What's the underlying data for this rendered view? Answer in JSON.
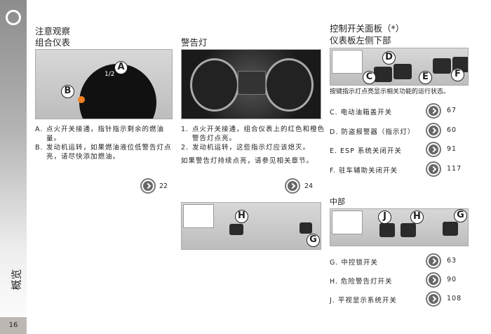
{
  "sidebar": {
    "section_title": "概览",
    "page_number": "16"
  },
  "col1": {
    "heading1": "注意观察",
    "heading2": "组合仪表",
    "callouts": [
      "A",
      "B"
    ],
    "gauge_label": "1/2",
    "items": [
      {
        "key": "A.",
        "text": "点火开关接通，指针指示剩余的燃油量。"
      },
      {
        "key": "B.",
        "text": "发动机运转，如果燃油液位低警告灯点亮，请尽快添加燃油。"
      }
    ],
    "ref": "22"
  },
  "col2": {
    "heading": "警告灯",
    "items": [
      {
        "key": "1.",
        "text": "点火开关接通，组合仪表上的红色和橙色警告灯点亮。"
      },
      {
        "key": "2.",
        "text": "发动机运转，这些指示灯应该熄灭。"
      }
    ],
    "note": "如果警告灯持续点亮，请参见相关章节。",
    "ref": "24",
    "callouts": [
      "H",
      "G"
    ]
  },
  "col3": {
    "heading1": "控制开关面板（*）",
    "heading2": "仪表板左侧下部",
    "callouts": [
      "D",
      "C",
      "E",
      "F"
    ],
    "intro": "按键指示灯点亮显示相关功能的运行状态。",
    "items": [
      {
        "label": "C. 电动油箱盖开关",
        "ref": "67"
      },
      {
        "label": "D. 防盗报警器（指示灯）",
        "ref": "60"
      },
      {
        "label": "E. ESP 系统关闭开关",
        "ref": "91"
      },
      {
        "label": "F. 驻车辅助关闭开关",
        "ref": "117"
      }
    ],
    "center_heading": "中部",
    "center_callouts": [
      "J",
      "H",
      "G"
    ],
    "center_items": [
      {
        "label": "G. 中控锁开关",
        "ref": "63"
      },
      {
        "label": "H. 危险警告灯开关",
        "ref": "90"
      },
      {
        "label": "J. 平视显示系统开关",
        "ref": "108"
      }
    ]
  }
}
